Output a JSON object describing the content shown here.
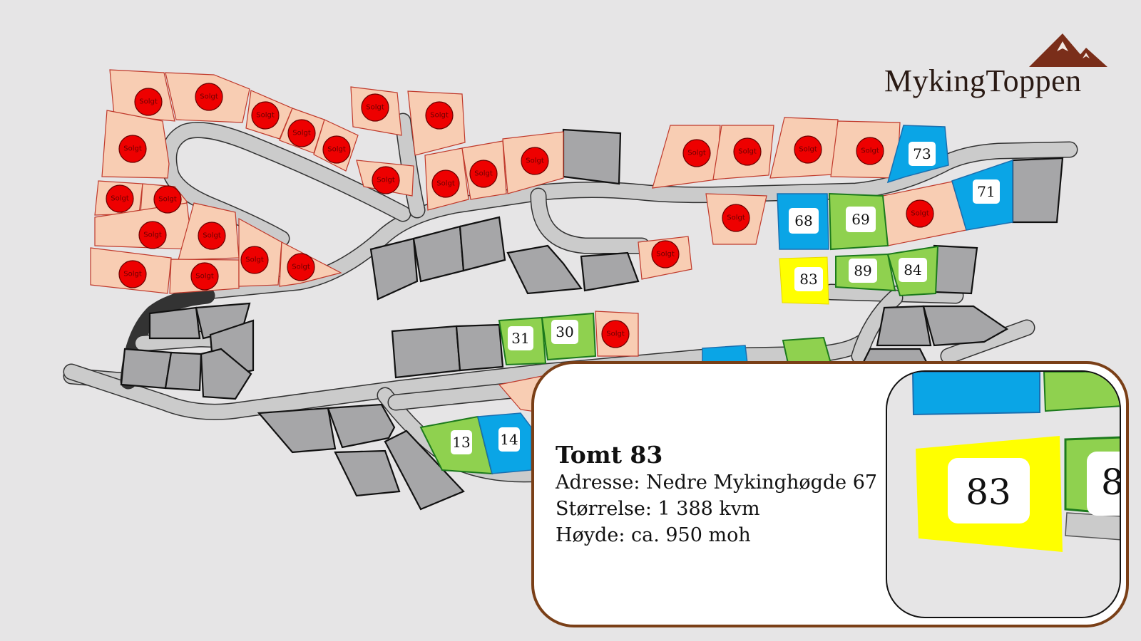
{
  "brand": {
    "name": "MykingToppen",
    "logo_icon": "mountain-peaks-icon",
    "logo_color": "#7a2e1a"
  },
  "legend_colors": {
    "sold": "#f8cdb3",
    "sold_marker": "#ee0000",
    "available": "#8fd14f",
    "reserved_blue": "#0aa5e6",
    "selected": "#ffff00",
    "not_for_sale": "#a6a6a8",
    "road": "#cbcbcb",
    "card_border": "#7a3f17"
  },
  "map": {
    "sold_label": "Solgt",
    "plots_numbered": [
      {
        "number": "73",
        "status": "blue"
      },
      {
        "number": "71",
        "status": "blue"
      },
      {
        "number": "68",
        "status": "blue"
      },
      {
        "number": "69",
        "status": "available"
      },
      {
        "number": "83",
        "status": "selected"
      },
      {
        "number": "89",
        "status": "available"
      },
      {
        "number": "84",
        "status": "available"
      },
      {
        "number": "31",
        "status": "available"
      },
      {
        "number": "30",
        "status": "available"
      },
      {
        "number": "13",
        "status": "available"
      },
      {
        "number": "14",
        "status": "blue"
      }
    ],
    "sold_plot_count": 30
  },
  "info_card": {
    "title": "Tomt 83",
    "address": "Adresse: Nedre Mykinghøgde 67",
    "size": "Størrelse: 1 388 kvm",
    "height": "Høyde: ca. 950 moh",
    "inset": {
      "plot_number": "83",
      "neighbor_partial_label": "8"
    }
  }
}
